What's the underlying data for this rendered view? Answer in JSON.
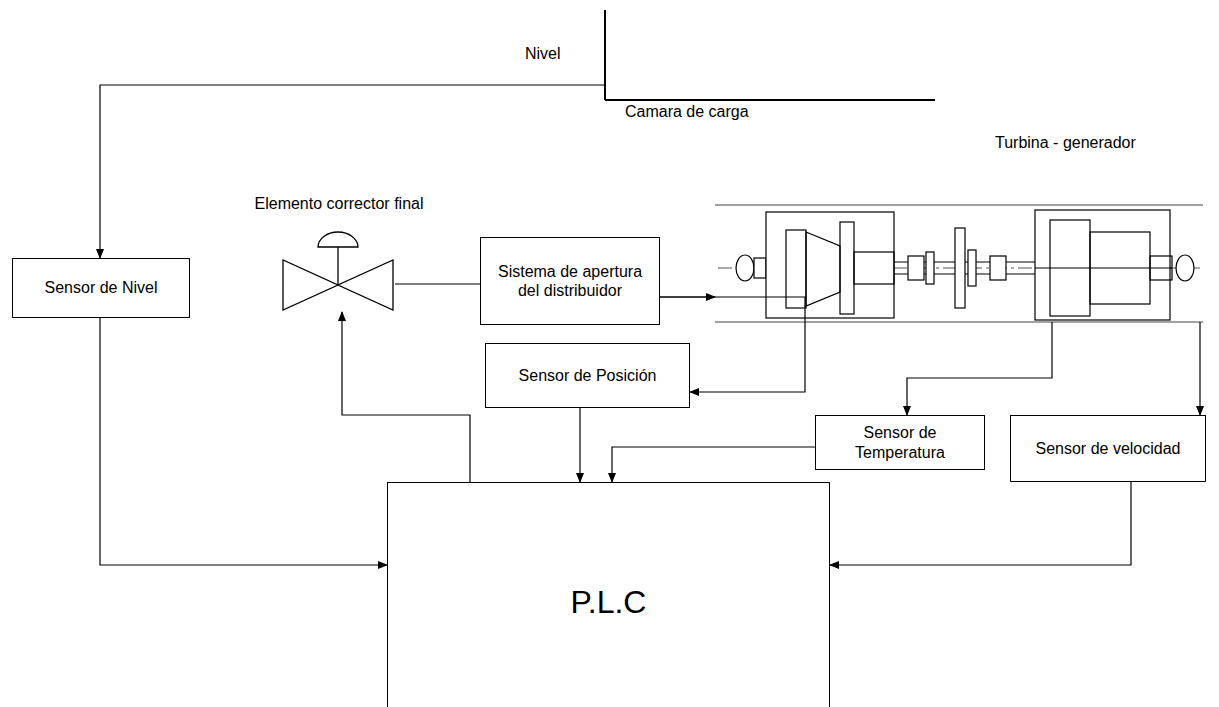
{
  "diagram": {
    "nodes": [
      {
        "text": [
          "Nivel",
          "Camara de carga"
        ]
      },
      {
        "text": [
          "Sensor de Nivel"
        ]
      },
      {
        "text": [
          "Elemento corrector final"
        ]
      },
      {
        "text": [
          "Sistema de apertura del distribuidor"
        ]
      },
      {
        "text": [
          "Turbina - generador"
        ]
      },
      {
        "text": [
          "Sensor de Posición"
        ]
      },
      {
        "text": [
          "Sensor de Temperatura"
        ]
      },
      {
        "text": [
          "Sensor de velocidad"
        ]
      },
      {
        "text": [
          "P.L.C"
        ]
      }
    ],
    "edges": [
      {
        "from": 0,
        "to": 1,
        "arrow": "to"
      },
      {
        "from": 1,
        "to": 8,
        "arrow": "to"
      },
      {
        "from": 8,
        "to": 2,
        "arrow": "to"
      },
      {
        "from": 2,
        "to": 3,
        "arrow": "none"
      },
      {
        "from": 3,
        "to": 4,
        "arrow": "to"
      },
      {
        "from": 3,
        "to": 5,
        "arrow": "to"
      },
      {
        "from": 5,
        "to": 8,
        "arrow": "to"
      },
      {
        "from": 4,
        "to": 6,
        "arrow": "to"
      },
      {
        "from": 4,
        "to": 7,
        "arrow": "to"
      },
      {
        "from": 6,
        "to": 8,
        "arrow": "to"
      },
      {
        "from": 7,
        "to": 8,
        "arrow": "to"
      }
    ]
  }
}
